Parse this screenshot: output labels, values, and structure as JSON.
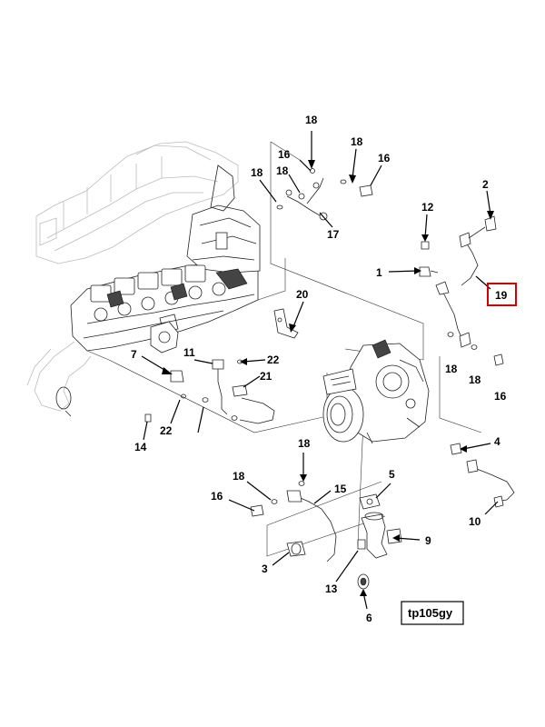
{
  "figure_id": "tp105gy",
  "highlight_color": "#d40000",
  "callouts": [
    {
      "id": "c18a",
      "label": "18"
    },
    {
      "id": "c16a",
      "label": "16"
    },
    {
      "id": "c18b",
      "label": "18"
    },
    {
      "id": "c16b",
      "label": "16"
    },
    {
      "id": "c18c",
      "label": "18"
    },
    {
      "id": "c18d",
      "label": "18"
    },
    {
      "id": "c17",
      "label": "17"
    },
    {
      "id": "c2",
      "label": "2"
    },
    {
      "id": "c12",
      "label": "12"
    },
    {
      "id": "c1",
      "label": "1"
    },
    {
      "id": "c19",
      "label": "19",
      "highlighted": true
    },
    {
      "id": "c20",
      "label": "20"
    },
    {
      "id": "c7",
      "label": "7"
    },
    {
      "id": "c11",
      "label": "11"
    },
    {
      "id": "c22a",
      "label": "22"
    },
    {
      "id": "c21",
      "label": "21"
    },
    {
      "id": "c22b",
      "label": "22"
    },
    {
      "id": "c14",
      "label": "14"
    },
    {
      "id": "c18e",
      "label": "18"
    },
    {
      "id": "c18f",
      "label": "18"
    },
    {
      "id": "c16c",
      "label": "16"
    },
    {
      "id": "c4",
      "label": "4"
    },
    {
      "id": "c10",
      "label": "10"
    },
    {
      "id": "c18g",
      "label": "18"
    },
    {
      "id": "c18h",
      "label": "18"
    },
    {
      "id": "c15",
      "label": "15"
    },
    {
      "id": "c16d",
      "label": "16"
    },
    {
      "id": "c5",
      "label": "5"
    },
    {
      "id": "c9",
      "label": "9"
    },
    {
      "id": "c3",
      "label": "3"
    },
    {
      "id": "c13",
      "label": "13"
    },
    {
      "id": "c6",
      "label": "6"
    }
  ]
}
